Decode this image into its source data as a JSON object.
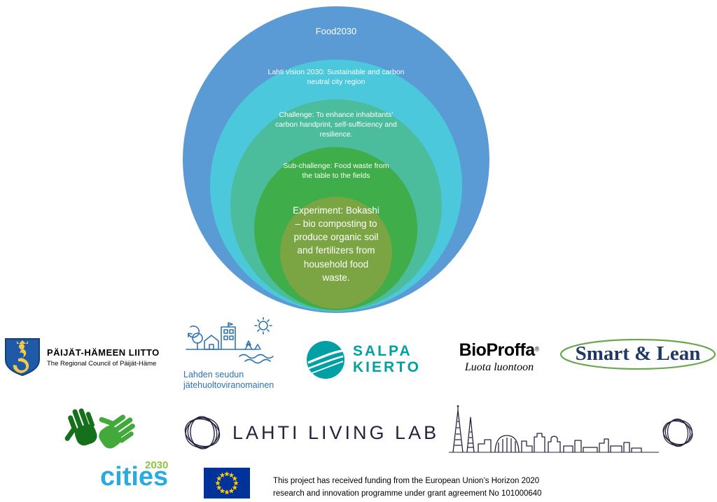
{
  "diagram": {
    "text_color": "#FFFFFF",
    "rings": [
      {
        "label": "Food2030",
        "color": "#5B9BD5"
      },
      {
        "label": "Lahti vision 2030: Sustainable and carbon neutral city region",
        "color": "#4BC8DC"
      },
      {
        "label": "Challenge: To enhance inhabitants’ carbon handprint, self-sufficiency and resilience.",
        "color": "#4CBD9C"
      },
      {
        "label": "Sub-challenge: Food waste from the table to the fields",
        "color": "#3FAD49"
      },
      {
        "label": "Experiment: Bokashi – bio composting to produce organic soil and fertilizers from household food waste.",
        "color": "#7BA442"
      }
    ]
  },
  "logos": {
    "paijat_hame": {
      "title": "PÄIJÄT-HÄMEEN LIITTO",
      "subtitle": "The Regional Council of Päijät-Häme"
    },
    "lahden_seudun": {
      "line1": "Lahden seudun",
      "line2": "jätehuoltoviranomainen",
      "color": "#2E74B5"
    },
    "salpakierto": {
      "line1": "SALPA",
      "line2": "KIERTO",
      "color": "#00A0A5"
    },
    "bioproffa": {
      "name": "BioProffa",
      "registered": "®",
      "tagline": "Luota luontoon"
    },
    "smart_lean": {
      "label": "Smart & Lean",
      "text_color": "#1F3864",
      "ellipse_color": "#6AA84F"
    },
    "lahti_living_lab": {
      "label": "LAHTI LIVING LAB"
    },
    "cities2030": {
      "word": "cities",
      "year": "2030",
      "word_color": "#29ABE2",
      "year_color": "#8CC63F"
    },
    "eu_funding": {
      "line1": "This project has received funding from the European  Union’s Horizon 2020",
      "line2": "research and innovation programme under grant agreement No 101000640"
    }
  }
}
